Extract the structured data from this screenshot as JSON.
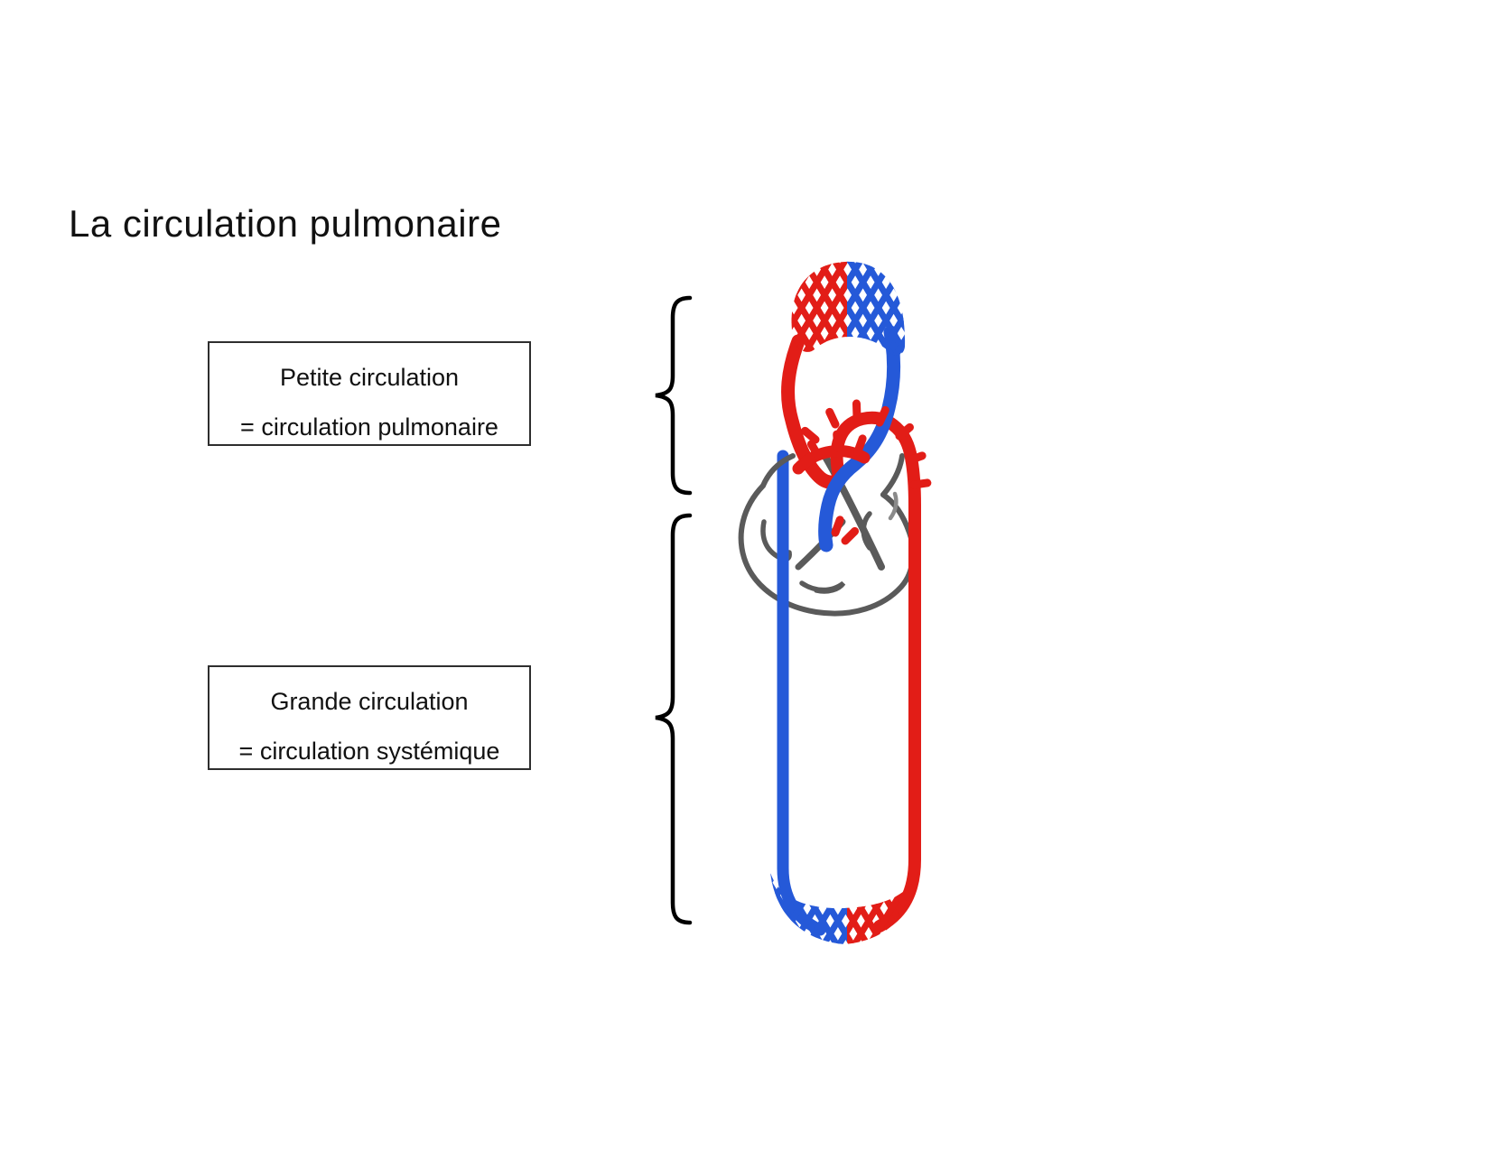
{
  "page": {
    "background": "#ffffff"
  },
  "title": {
    "text": "La circulation pulmonaire"
  },
  "boxes": {
    "petite": {
      "line1": "Petite circulation",
      "line2": "= circulation pulmonaire"
    },
    "grande": {
      "line1": "Grande circulation",
      "line2": "= circulation systémique"
    }
  },
  "figure": {
    "colors": {
      "artery_red": "#e21d17",
      "vein_blue": "#2559d8",
      "heart_gray": "#5a5a5a",
      "heart_gray_light": "#8a8a8a",
      "brace_black": "#000000",
      "text_black": "#111111",
      "box_border": "#2e2e2e"
    }
  }
}
